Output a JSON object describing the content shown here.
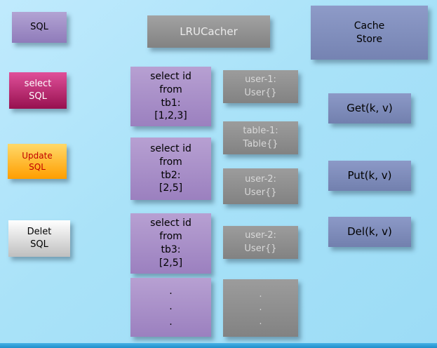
{
  "nodes": {
    "sql": {
      "label": "SQL"
    },
    "select_sql": {
      "label": "select\nSQL"
    },
    "update_sql": {
      "label": "Update\nSQL"
    },
    "delet_sql": {
      "label": "Delet\nSQL"
    },
    "lru_cacher": {
      "label": "LRUCacher"
    },
    "query_tb1": {
      "label": "select id\nfrom\ntb1:\n[1,2,3]"
    },
    "query_tb2": {
      "label": "select id\nfrom\ntb2:\n[2,5]"
    },
    "query_tb3": {
      "label": "select id\nfrom\ntb3:\n[2,5]"
    },
    "query_more": {
      "label": ".\n.\n."
    },
    "entry_user1": {
      "label": "user-1:\nUser{}"
    },
    "entry_table1": {
      "label": "table-1:\nTable{}"
    },
    "entry_user2a": {
      "label": "user-2:\nUser{}"
    },
    "entry_user2b": {
      "label": "user-2:\nUser{}"
    },
    "entry_more": {
      "label": ".\n.\n."
    },
    "cache_store": {
      "label": "Cache\nStore"
    },
    "op_get": {
      "label": "Get(k, v)"
    },
    "op_put": {
      "label": "Put(k, v)"
    },
    "op_del": {
      "label": "Del(k, v)"
    }
  },
  "colors": {
    "background": "#a9e2f8",
    "purple_box": "#a58cc6",
    "magenta_box": "#b8236f",
    "orange_box": "#ffb728",
    "light_gray_box": "#dcdcdc",
    "gray_box": "#8f8f8f",
    "slate_box": "#7f8cba",
    "update_text": "#c00000",
    "bottom_strip": "#2f9fd8"
  }
}
